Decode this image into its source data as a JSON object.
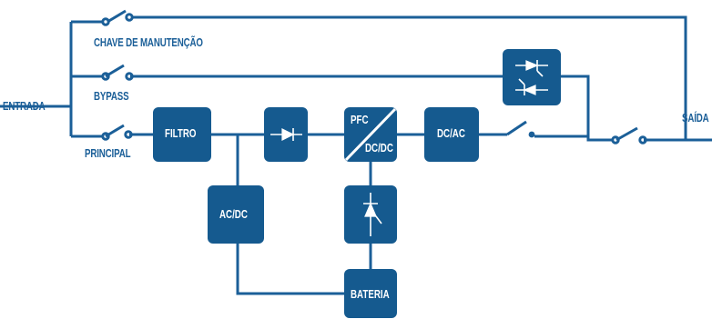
{
  "colors": {
    "wire": "#1b5f98",
    "block": "#155a8f",
    "text": "#1b5f98"
  },
  "labels": {
    "entrada": "ENTRADA",
    "saida": "SAÍDA",
    "chave_manutencao": "CHAVE DE MANUTENÇÃO",
    "bypass": "BYPASS",
    "principal": "PRINCIPAL"
  },
  "blocks": {
    "filtro": "FILTRO",
    "ac_dc": "AC/DC",
    "pfc": "PFC",
    "dc_dc": "DC/DC",
    "dc_ac": "DC/AC",
    "bateria": "BATERIA"
  },
  "icons": {
    "rectifier": "diode-icon",
    "charger": "vertical-diode-icon",
    "static_switch": "thyristor-pair-icon",
    "switches": "switch-icon"
  }
}
